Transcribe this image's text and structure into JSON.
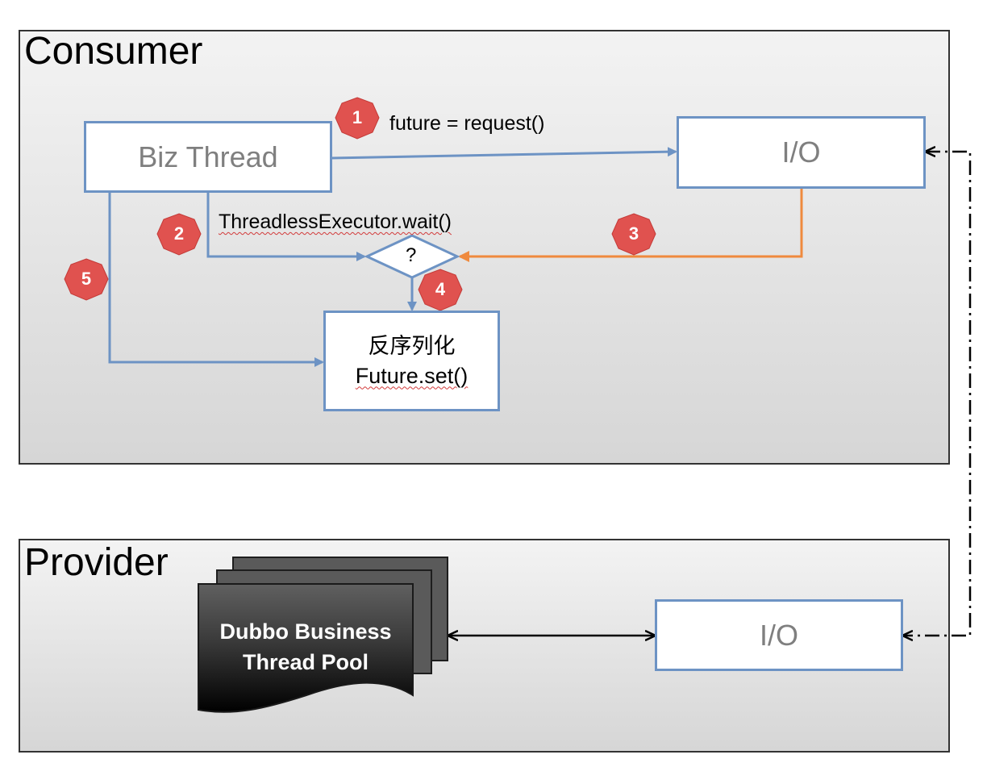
{
  "consumer": {
    "title": "Consumer",
    "biz_thread": "Biz Thread",
    "io": "I/O",
    "decision": "?",
    "result_line1": "反序列化",
    "result_line2": "Future.set()",
    "step1_text": "future = request()",
    "step2_text": "ThreadlessExecutor.wait()"
  },
  "provider": {
    "title": "Provider",
    "pool_line1": "Dubbo Business",
    "pool_line2": "Thread Pool",
    "io": "I/O"
  },
  "badges": [
    "1",
    "2",
    "3",
    "4",
    "5"
  ],
  "colors": {
    "box_border": "#6d93c4",
    "blue_arrow": "#6d93c4",
    "orange_arrow": "#ef8a3e",
    "badge_fill": "#e0524f"
  }
}
